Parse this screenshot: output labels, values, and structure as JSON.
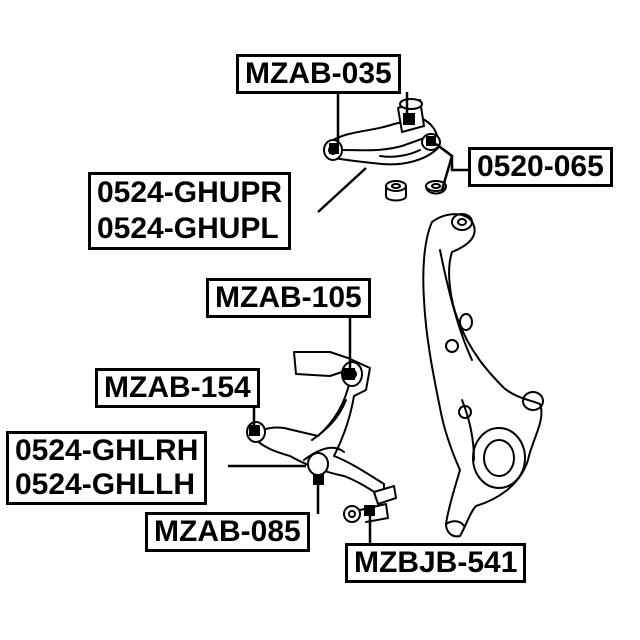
{
  "labels": {
    "upper_arm_bushing": "MZAB-035",
    "ball_joint_upper": "0520-065",
    "upper_arm_right": "0524-GHUPR",
    "upper_arm_left": "0524-GHUPL",
    "lower_rear_bushing": "MZAB-105",
    "lower_front_bushing": "MZAB-154",
    "lower_arm_right": "0524-GHLRH",
    "lower_arm_left": "0524-GHLLH",
    "lower_mid_bushing": "MZAB-085",
    "ball_joint_lower": "MZBJB-541"
  }
}
